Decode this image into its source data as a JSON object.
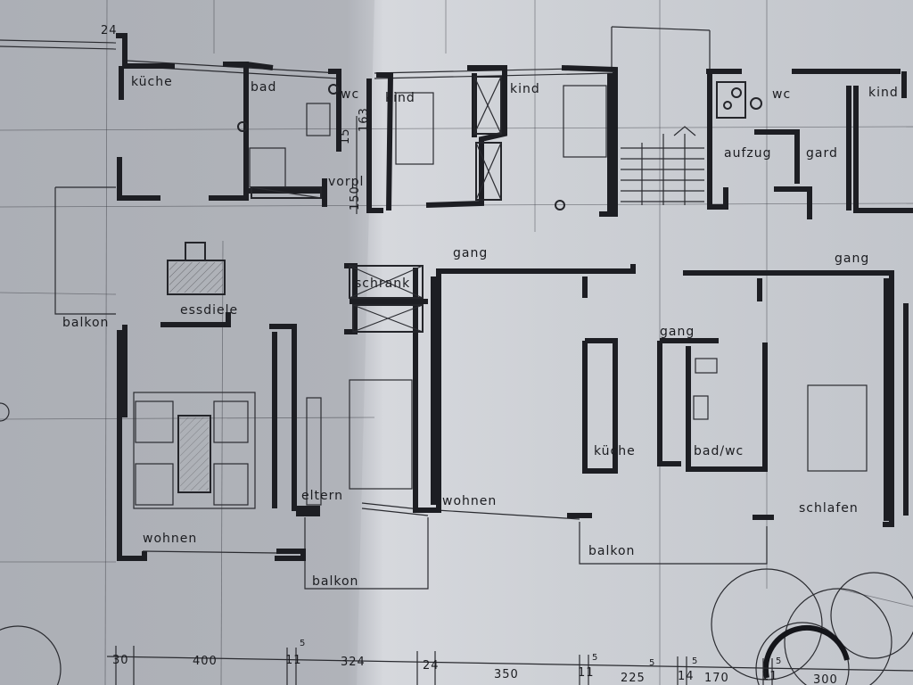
{
  "room_labels": [
    {
      "id": "kueche-1",
      "text": "küche"
    },
    {
      "id": "bad-1",
      "text": "bad"
    },
    {
      "id": "wc-1",
      "text": "wc"
    },
    {
      "id": "kind-1",
      "text": "kind"
    },
    {
      "id": "kind-2",
      "text": "kind"
    },
    {
      "id": "wc-2",
      "text": "wc"
    },
    {
      "id": "kind-3",
      "text": "kind"
    },
    {
      "id": "aufzug",
      "text": "aufzug"
    },
    {
      "id": "gard",
      "text": "gard"
    },
    {
      "id": "vorpl",
      "text": "vorpl"
    },
    {
      "id": "gang-1",
      "text": "gang"
    },
    {
      "id": "gang-2",
      "text": "gang"
    },
    {
      "id": "gang-3",
      "text": "gang"
    },
    {
      "id": "schrank",
      "text": "schrank"
    },
    {
      "id": "essdiele",
      "text": "essdiele"
    },
    {
      "id": "balkon-1",
      "text": "balkon"
    },
    {
      "id": "eltern",
      "text": "eltern"
    },
    {
      "id": "wohnen-1",
      "text": "wohnen"
    },
    {
      "id": "wohnen-2",
      "text": "wohnen"
    },
    {
      "id": "kueche-2",
      "text": "küche"
    },
    {
      "id": "bad-wc",
      "text": "bad/wc"
    },
    {
      "id": "schlafen",
      "text": "schlafen"
    },
    {
      "id": "balkon-2",
      "text": "balkon"
    },
    {
      "id": "balkon-3",
      "text": "balkon"
    }
  ],
  "dimensions": [
    {
      "id": "d24-top",
      "text": "24"
    },
    {
      "id": "d15-150",
      "text": "150"
    },
    {
      "id": "d15-15",
      "text": "15"
    },
    {
      "id": "d163",
      "text": "163"
    },
    {
      "id": "d30",
      "text": "30"
    },
    {
      "id": "d400",
      "text": "400"
    },
    {
      "id": "d11-5a",
      "text": "11"
    },
    {
      "id": "d11-5a-sup",
      "text": "5"
    },
    {
      "id": "d324",
      "text": "324"
    },
    {
      "id": "d24-bot",
      "text": "24"
    },
    {
      "id": "d350",
      "text": "350"
    },
    {
      "id": "d11-5b",
      "text": "11"
    },
    {
      "id": "d11-5b-sup",
      "text": "5"
    },
    {
      "id": "d225",
      "text": "225"
    },
    {
      "id": "d225-sup",
      "text": "5"
    },
    {
      "id": "d14-5",
      "text": "14"
    },
    {
      "id": "d14-5-sup",
      "text": "5"
    },
    {
      "id": "d170",
      "text": "170"
    },
    {
      "id": "d11-5c",
      "text": "11"
    },
    {
      "id": "d11-5c-sup",
      "text": "5"
    },
    {
      "id": "d300",
      "text": "300"
    }
  ],
  "colors": {
    "paper": "#b9bcc3",
    "paper_light": "#d9dbe0",
    "ink": "#1d1e23"
  }
}
